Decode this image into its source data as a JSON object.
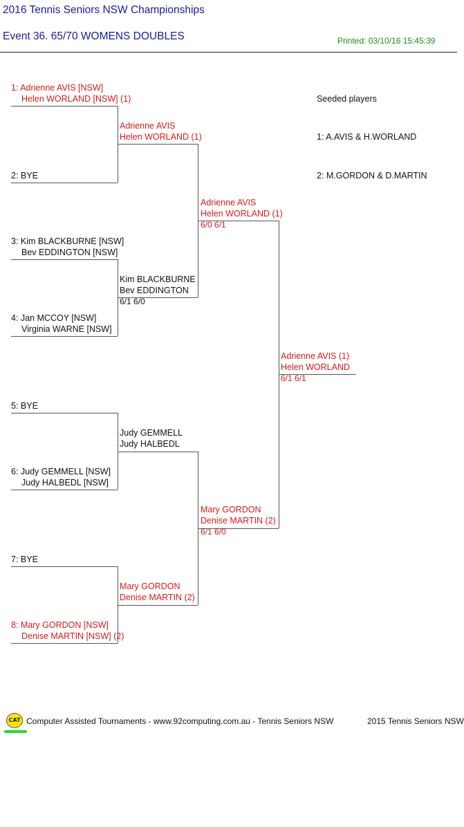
{
  "header": {
    "title": "2016 Tennis Seniors NSW Championships",
    "event": "Event 36. 65/70 WOMENS DOUBLES",
    "printed": "Printed: 03/10/16 15:45:39"
  },
  "seeded": {
    "heading": "Seeded players",
    "items": [
      "1: A.AVIS & H.WORLAND",
      "2: M.GORDON & D.MARTIN"
    ]
  },
  "round1": [
    {
      "line1": "1: Adrienne AVIS [NSW]",
      "line2": "Helen WORLAND [NSW] (1)"
    },
    {
      "line1": "2: BYE",
      "line2": ""
    },
    {
      "line1": "3: Kim BLACKBURNE [NSW]",
      "line2": "Bev EDDINGTON [NSW]"
    },
    {
      "line1": "4: Jan MCCOY [NSW]",
      "line2": "Virginia WARNE [NSW]"
    },
    {
      "line1": "5: BYE",
      "line2": ""
    },
    {
      "line1": "6: Judy GEMMELL [NSW]",
      "line2": "Judy HALBEDL [NSW]"
    },
    {
      "line1": "7: BYE",
      "line2": ""
    },
    {
      "line1": "8: Mary GORDON [NSW]",
      "line2": "Denise MARTIN [NSW] (2)"
    }
  ],
  "round2": [
    {
      "line1": "Adrienne AVIS",
      "line2": "Helen WORLAND (1)",
      "score": ""
    },
    {
      "line1": "Kim BLACKBURNE",
      "line2": "Bev EDDINGTON",
      "score": "6/1 6/0"
    },
    {
      "line1": "Judy GEMMELL",
      "line2": "Judy HALBEDL",
      "score": ""
    },
    {
      "line1": "Mary GORDON",
      "line2": "Denise MARTIN (2)",
      "score": ""
    }
  ],
  "semis": [
    {
      "line1": "Adrienne AVIS",
      "line2": "Helen WORLAND (1)",
      "score": "6/0 6/1"
    },
    {
      "line1": "Mary GORDON",
      "line2": "Denise MARTIN (2)",
      "score": "6/1 6/0"
    }
  ],
  "final": {
    "line1": "Adrienne AVIS (1)",
    "line2": "Helen WORLAND",
    "score": "6/1 6/1"
  },
  "footer": {
    "logo": "CAT",
    "left": "Computer Assisted Tournaments - www.92computing.com.au -  Tennis Seniors NSW",
    "right": "2015 Tennis Seniors NSW"
  }
}
